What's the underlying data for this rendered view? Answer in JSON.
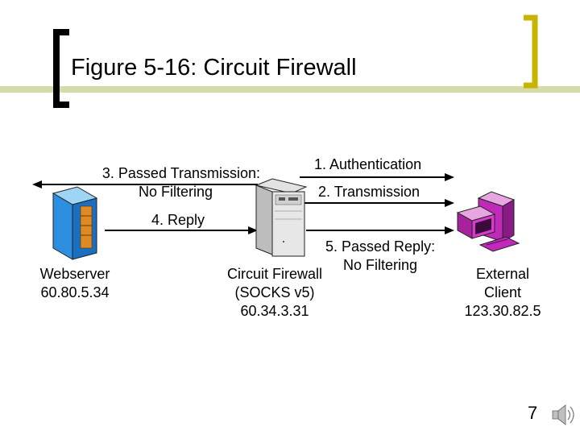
{
  "slide": {
    "title": "Figure 5-16: Circuit Firewall",
    "page_number": "7"
  },
  "diagram": {
    "webserver": {
      "line1": "Webserver",
      "line2": "60.80.5.34"
    },
    "firewall": {
      "line1": "Circuit Firewall",
      "line2": "(SOCKS v5)",
      "line3": "60.34.3.31"
    },
    "client": {
      "line1": "External",
      "line2": "Client",
      "line3": "123.30.82.5"
    },
    "labels": {
      "passed_transmission_1": "3. Passed Transmission:",
      "passed_transmission_2": "No Filtering",
      "authentication": "1. Authentication",
      "transmission": "2. Transmission",
      "reply": "4. Reply",
      "passed_reply_1": "5. Passed Reply:",
      "passed_reply_2": "No Filtering"
    }
  },
  "icons": [
    "webserver-tower-icon",
    "firewall-server-icon",
    "client-computer-icon",
    "speaker-icon"
  ],
  "colors": {
    "accent_band": "#D6DCA8",
    "bracket": "#000000",
    "bracket_gold": "#C8B400",
    "server_blue": "#1E7FD0",
    "client_magenta": "#C02AB8"
  }
}
